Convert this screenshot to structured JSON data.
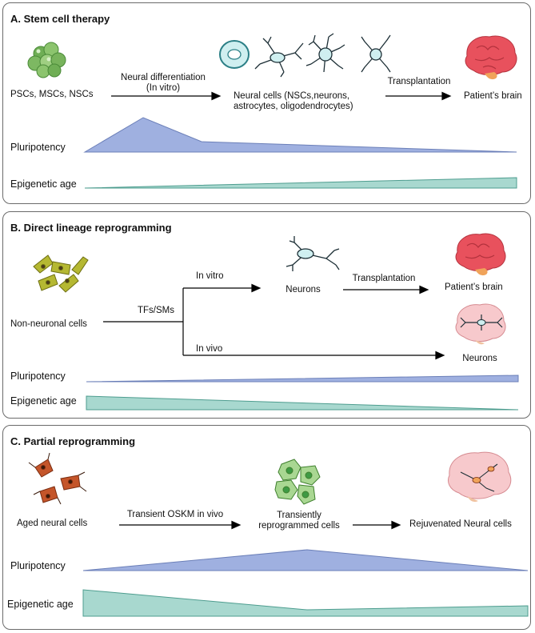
{
  "panels": {
    "a": {
      "title": "A. Stem cell therapy",
      "source": "PSCs, MSCs, NSCs",
      "step1": "Neural differentiation",
      "step1_sub": "(In vitro)",
      "cells_line1": "Neural cells (NSCs,neurons,",
      "cells_line2": "astrocytes, oligodendrocytes)",
      "step2": "Transplantation",
      "target": "Patient’s brain",
      "pluripotency": "Pluripotency",
      "epigenetic_age": "Epigenetic age"
    },
    "b": {
      "title": "B. Direct lineage reprogramming",
      "source": "Non-neuronal cells",
      "factors": "TFs/SMs",
      "branch_vitro": "In vitro",
      "branch_vivo": "In vivo",
      "neurons_mid": "Neurons",
      "step2": "Transplantation",
      "target": "Patient’s  brain",
      "neurons_end": "Neurons",
      "pluripotency": "Pluripotency",
      "epigenetic_age": "Epigenetic age"
    },
    "c": {
      "title": "C. Partial reprogramming",
      "source": "Aged neural cells",
      "step1": "Transient OSKM in vivo",
      "mid_line1": "Transiently",
      "mid_line2": "reprogrammed cells",
      "target": "Rejuvenated Neural cells",
      "pluripotency": "Pluripotency",
      "epigenetic_age": "Epigenetic age"
    }
  },
  "colors": {
    "pluripotency": "#9fb0e0",
    "epigenetic_age": "#a8d8cf",
    "brain": "#e8515d",
    "brain_pale": "#f7c9cc",
    "stem_cells": "#86c06a",
    "fibroblast": "#b5b832",
    "aged_cell": "#c4552a",
    "neuron_fill": "#cfeff0"
  },
  "icons": [
    "stem-cell-cluster-icon",
    "nsc-icon",
    "neuron-icon",
    "astrocyte-icon",
    "oligodendrocyte-icon",
    "brain-icon",
    "fibroblast-icon",
    "brain-with-neurons-icon",
    "aged-neural-cell-icon",
    "reprogrammed-cells-icon",
    "rejuvenated-brain-icon"
  ]
}
